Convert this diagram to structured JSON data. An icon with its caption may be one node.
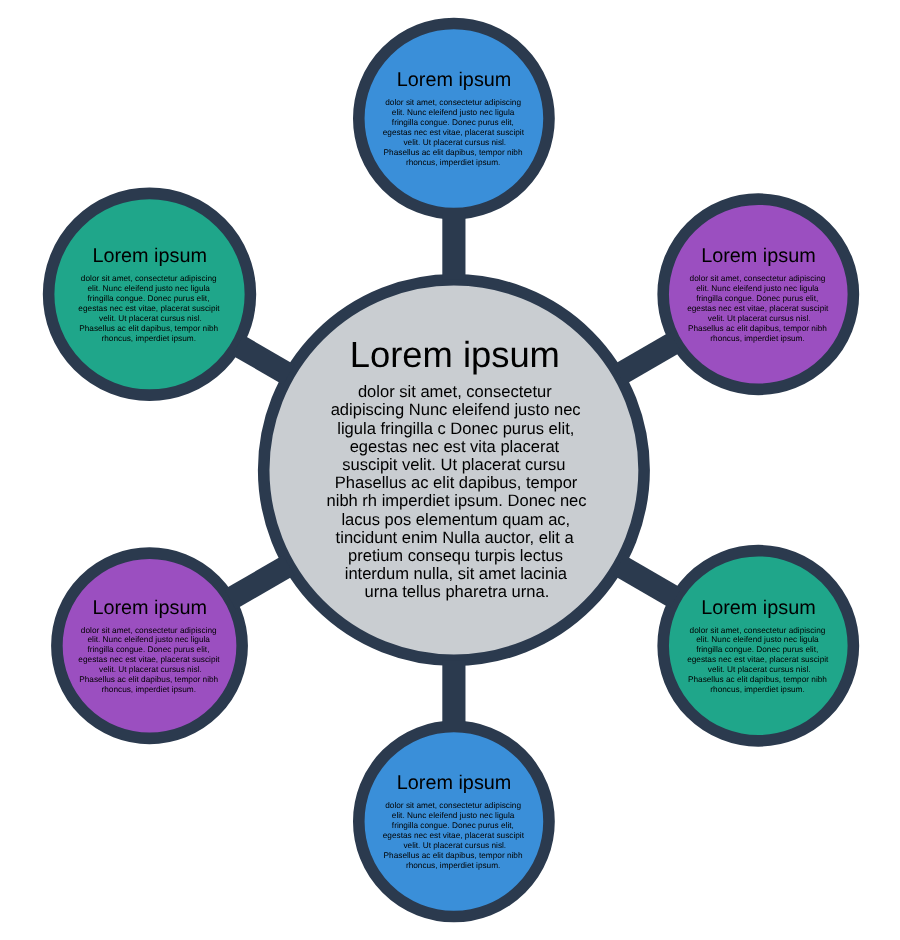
{
  "diagram": {
    "nodes": [
      {
        "text": [
          "Lorem ipsum",
          "dolor sit amet, consectetur adipiscing elit. Nunc eleifend justo nec ligula fringilla congue. Donec purus elit, egestas nec est vitae, placerat suscipit velit. Ut placerat cursus nisl. Phasellus ac elit dapibus, tempor nibh rhoncus, imperdiet ipsum."
        ]
      },
      {
        "text": [
          "Lorem ipsum",
          "dolor sit amet, consectetur adipiscing elit. Nunc eleifend justo nec ligula fringilla congue. Donec purus elit, egestas nec est vitae, placerat suscipit velit. Ut placerat cursus nisl. Phasellus ac elit dapibus, tempor nibh rhoncus, imperdiet ipsum."
        ]
      },
      {
        "text": [
          "Lorem ipsum",
          "dolor sit amet, consectetur adipiscing elit. Nunc eleifend justo nec ligula fringilla congue. Donec purus elit, egestas nec est vitae, placerat suscipit velit. Ut placerat cursus nisl. Phasellus ac elit dapibus, tempor nibh rhoncus, imperdiet ipsum."
        ]
      },
      {
        "text": [
          "Lorem ipsum",
          "dolor sit amet, consectetur adipiscing Nunc eleifend justo nec ligula fringilla c Donec purus elit, egestas nec est vita placerat suscipit velit. Ut placerat cursu Phasellus ac elit dapibus, tempor nibh rh imperdiet ipsum. Donec nec lacus pos elementum quam ac, tincidunt enim Nulla auctor, elit a pretium consequ turpis lectus interdum nulla, sit amet lacinia urna tellus pharetra urna."
        ]
      },
      {
        "text": [
          "Lorem ipsum",
          "dolor sit amet, consectetur adipiscing elit. Nunc eleifend justo nec ligula fringilla congue. Donec purus elit, egestas nec est vitae, placerat suscipit velit. Ut placerat cursus nisl. Phasellus ac elit dapibus, tempor nibh rhoncus, imperdiet ipsum."
        ]
      },
      {
        "text": [
          "Lorem ipsum",
          "dolor sit amet, consectetur adipiscing elit. Nunc eleifend justo nec ligula fringilla congue. Donec purus elit, egestas nec est vitae, placerat suscipit velit. Ut placerat cursus nisl. Phasellus ac elit dapibus, tempor nibh rhoncus, imperdiet ipsum."
        ]
      },
      {
        "text": [
          "Lorem ipsum",
          "dolor sit amet, consectetur adipiscing elit. Nunc eleifend justo nec ligula fringilla congue. Donec purus elit, egestas nec est vitae, placerat suscipit velit. Ut placerat cursus nisl. Phasellus ac elit dapibus, tempor nibh rhoncus, imperdiet ipsum."
        ]
      }
    ],
    "edges": [
      {
        "from": 3,
        "to": 0,
        "arrow": "none"
      },
      {
        "from": 3,
        "to": 1,
        "arrow": "none"
      },
      {
        "from": 3,
        "to": 2,
        "arrow": "none"
      },
      {
        "from": 3,
        "to": 4,
        "arrow": "none"
      },
      {
        "from": 3,
        "to": 5,
        "arrow": "none"
      },
      {
        "from": 3,
        "to": 6,
        "arrow": "none"
      }
    ]
  }
}
